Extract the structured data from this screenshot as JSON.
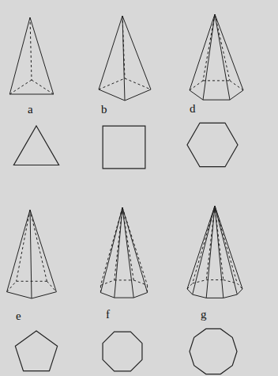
{
  "diagram": {
    "labels": [
      "a",
      "b",
      "d",
      "e",
      "f",
      "g"
    ]
  }
}
